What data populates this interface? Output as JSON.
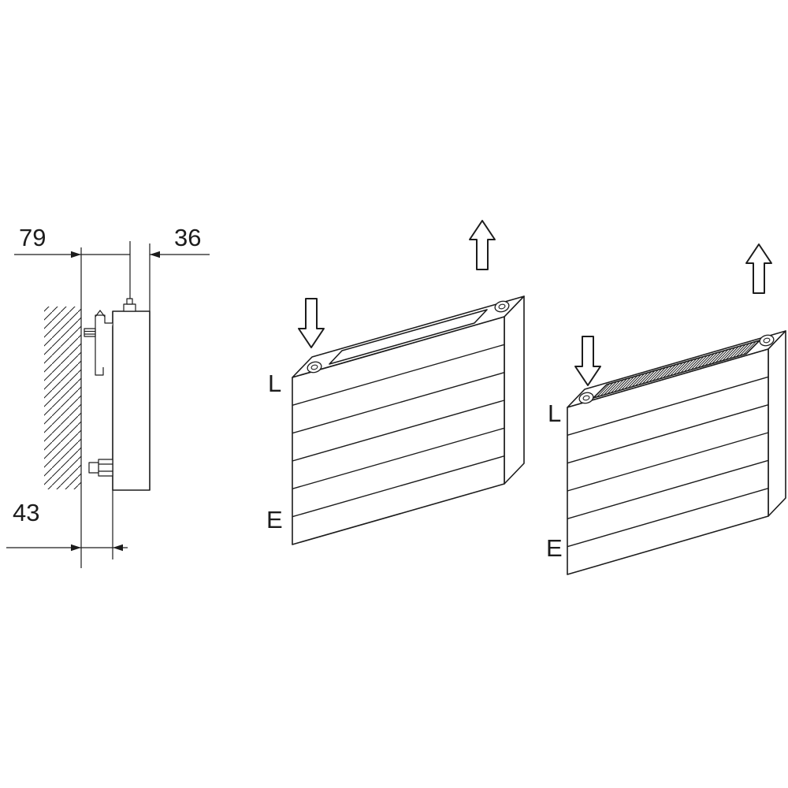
{
  "colors": {
    "line": "#1c1c1c",
    "background": "#ffffff"
  },
  "side_view": {
    "dim_wall_to_pipe": "79",
    "dim_pipe_to_front": "36",
    "dim_wall_to_back": "43"
  },
  "radiator_open_top": {
    "inlet_label": "L",
    "outlet_label": "E"
  },
  "radiator_grille_top": {
    "inlet_label": "L",
    "outlet_label": "E"
  },
  "icons": {
    "flow_in": "down-arrow",
    "flow_out": "up-arrow"
  }
}
